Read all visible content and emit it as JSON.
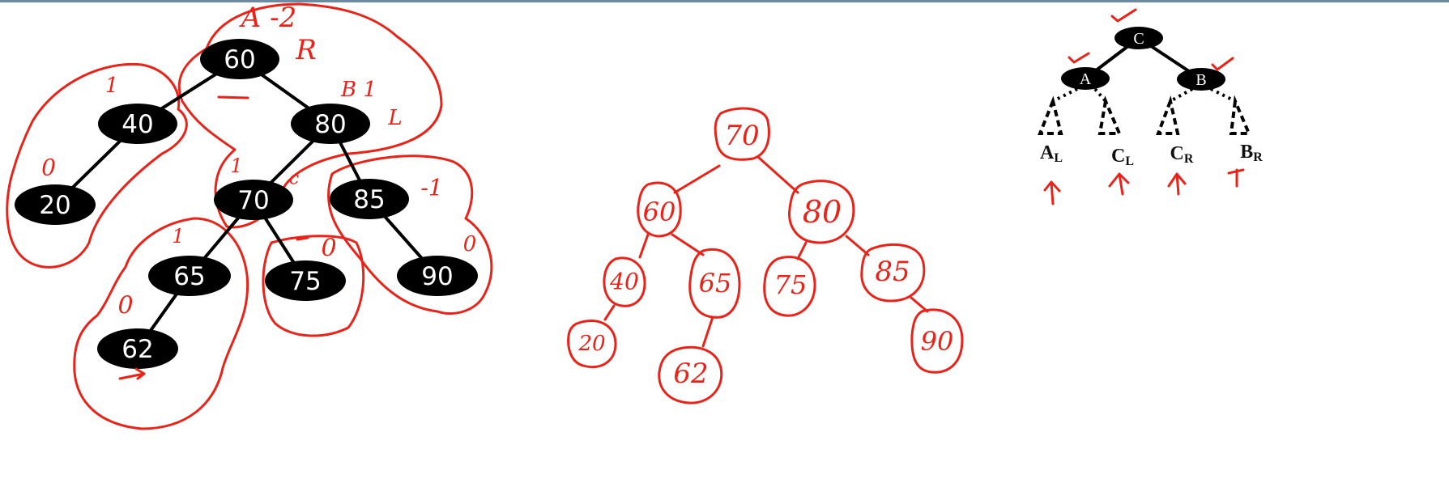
{
  "left_tree": {
    "nodes": [
      "60",
      "40",
      "80",
      "20",
      "70",
      "85",
      "65",
      "75",
      "90",
      "62"
    ]
  },
  "left_annotations": {
    "root_mark": "A -2",
    "root_mark_2": "R",
    "n40": "1",
    "n80": "B 1",
    "n80_2": "L",
    "n20": "0",
    "n70": "1",
    "n70_2": "c",
    "n85": "-1",
    "n65": "1",
    "n75": "0",
    "n90": "0",
    "n62": "0"
  },
  "middle_tree": {
    "nodes": [
      "70",
      "60",
      "80",
      "40",
      "65",
      "75",
      "85",
      "20",
      "62",
      "90"
    ]
  },
  "right_diagram": {
    "nodes": [
      "C",
      "A",
      "B"
    ],
    "subtrees": [
      {
        "main": "A",
        "sub": "L"
      },
      {
        "main": "C",
        "sub": "L"
      },
      {
        "main": "C",
        "sub": "R"
      },
      {
        "main": "B",
        "sub": "R"
      }
    ]
  },
  "colors": {
    "ink": "#e8241a",
    "node": "#000000",
    "topbar": "#6d8aa3"
  }
}
